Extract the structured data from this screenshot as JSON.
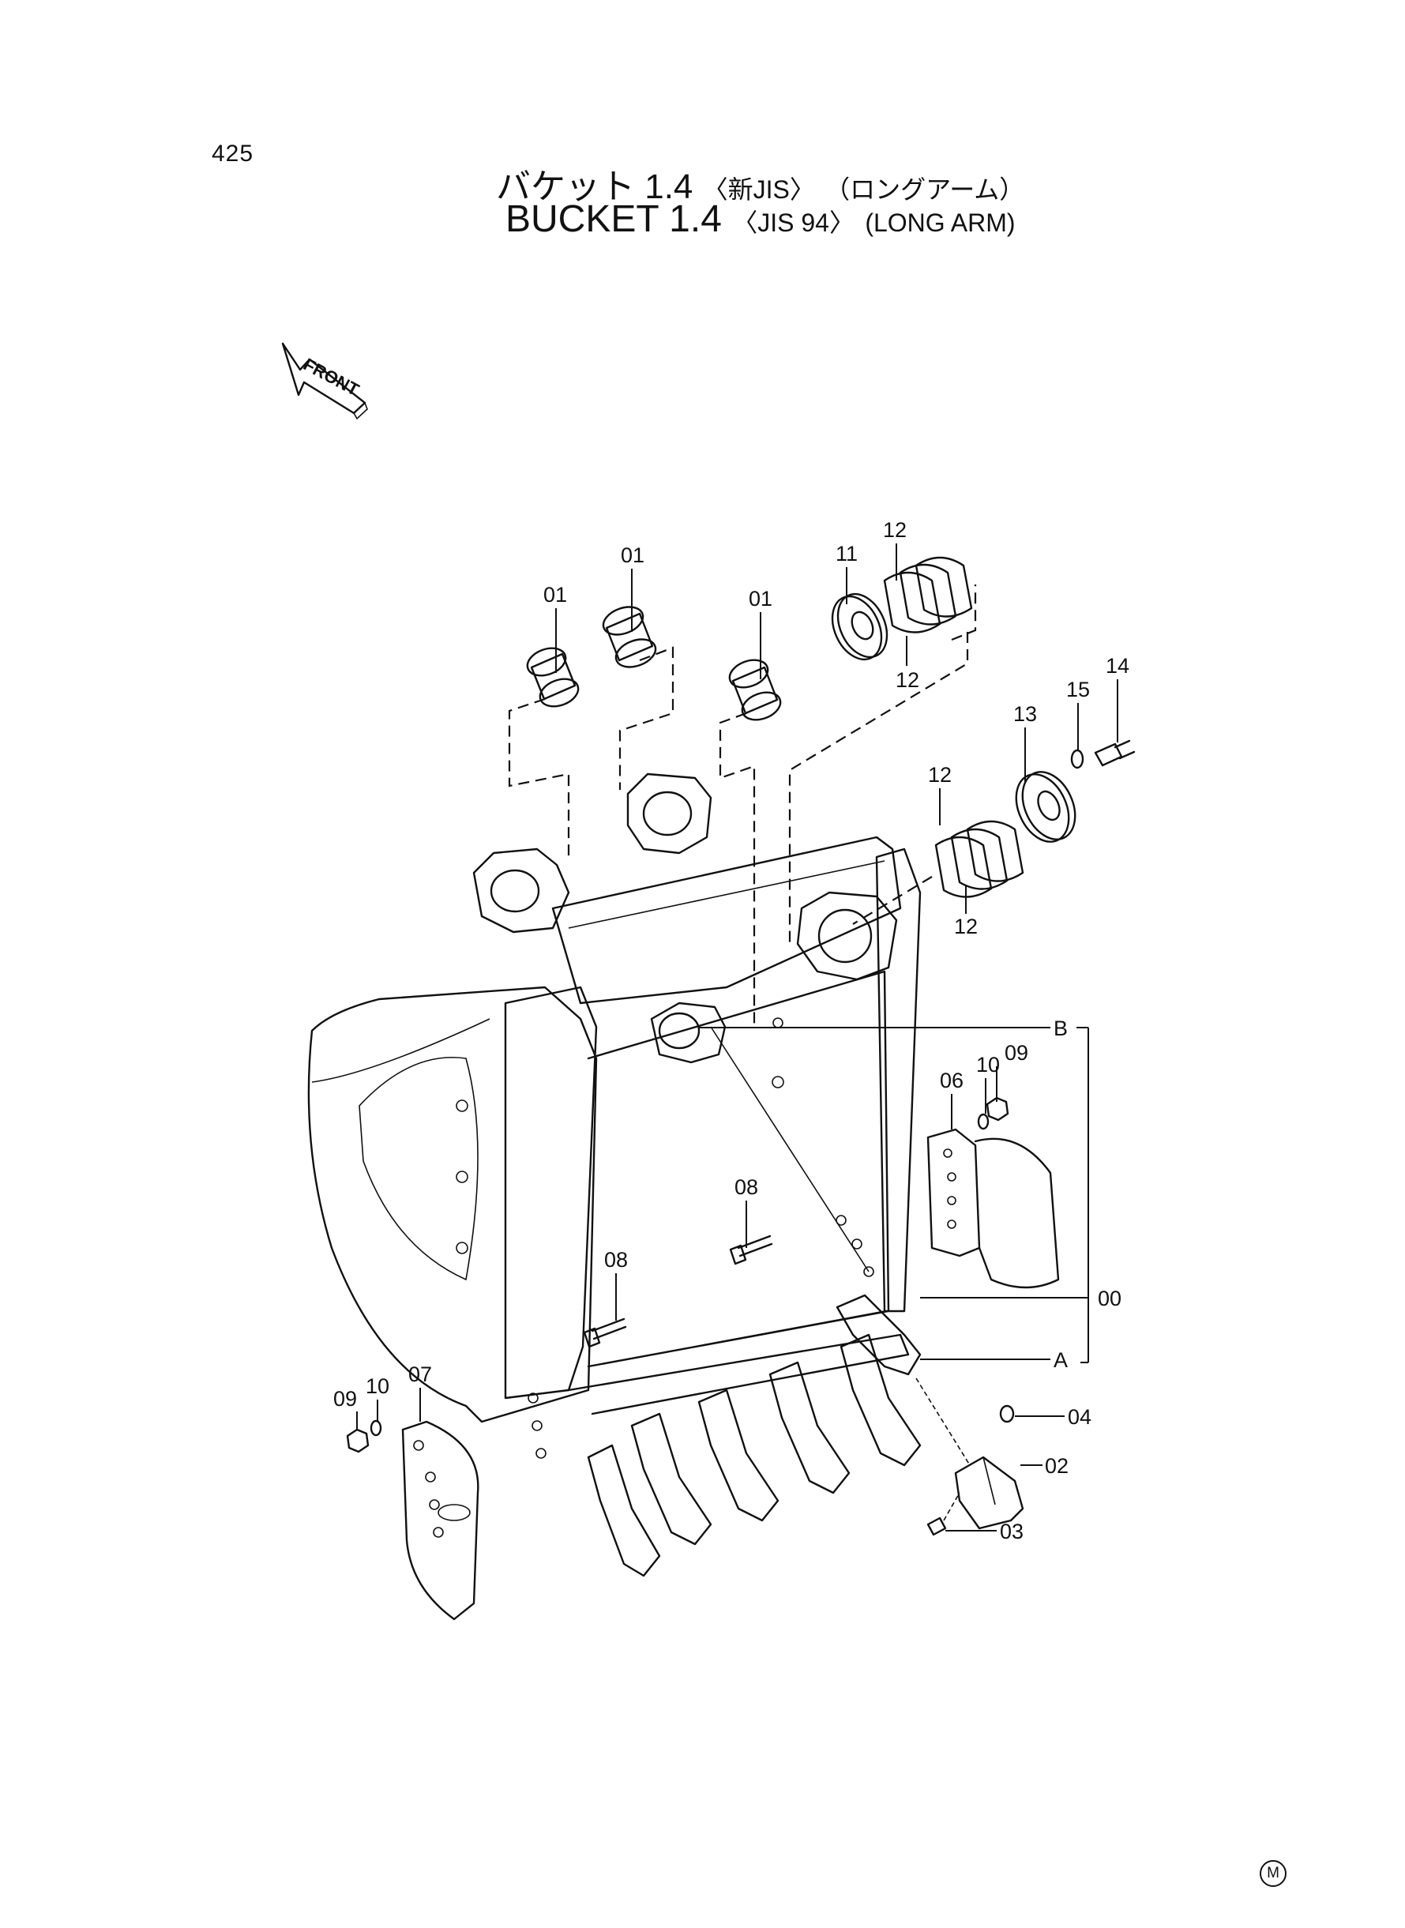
{
  "page_number": "425",
  "title_jp": {
    "main": "バケット 1.4",
    "tag1": "〈新JIS〉",
    "tag2": "（ロングアーム）"
  },
  "title_en": {
    "main": "BUCKET 1.4",
    "tag1": "〈JIS 94〉",
    "tag2": "(LONG ARM)"
  },
  "front_arrow_label": "FRONT",
  "corner_mark": "M",
  "callouts": [
    {
      "id": "c01a",
      "label": "01"
    },
    {
      "id": "c01b",
      "label": "01"
    },
    {
      "id": "c01c",
      "label": "01"
    },
    {
      "id": "c11",
      "label": "11"
    },
    {
      "id": "c12a",
      "label": "12"
    },
    {
      "id": "c12b",
      "label": "12"
    },
    {
      "id": "c12c",
      "label": "12"
    },
    {
      "id": "c12d",
      "label": "12"
    },
    {
      "id": "c13",
      "label": "13"
    },
    {
      "id": "c14",
      "label": "14"
    },
    {
      "id": "c15",
      "label": "15"
    },
    {
      "id": "cB",
      "label": "B"
    },
    {
      "id": "c09r",
      "label": "09"
    },
    {
      "id": "c10r",
      "label": "10"
    },
    {
      "id": "c06",
      "label": "06"
    },
    {
      "id": "c08a",
      "label": "08"
    },
    {
      "id": "c08b",
      "label": "08"
    },
    {
      "id": "c00",
      "label": "00"
    },
    {
      "id": "cA",
      "label": "A"
    },
    {
      "id": "c07",
      "label": "07"
    },
    {
      "id": "c10l",
      "label": "10"
    },
    {
      "id": "c09l",
      "label": "09"
    },
    {
      "id": "c04",
      "label": "04"
    },
    {
      "id": "c02",
      "label": "02"
    },
    {
      "id": "c03",
      "label": "03"
    }
  ]
}
